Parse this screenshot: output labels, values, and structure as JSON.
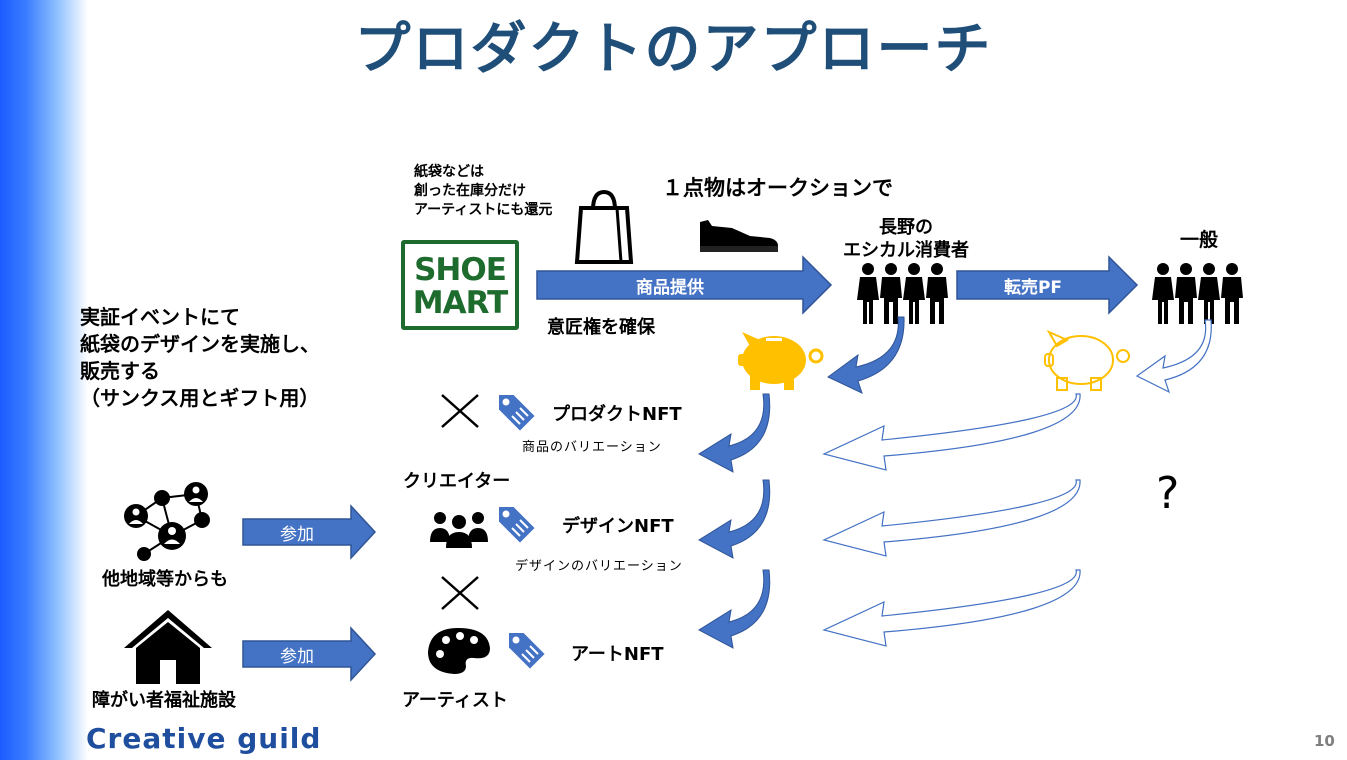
{
  "title": "プロダクトのアプローチ",
  "logo_shoe": [
    "SHOE",
    "MART"
  ],
  "note_bags": [
    "紙袋などは",
    "創った在庫分だけ",
    "アーティストにも還元"
  ],
  "auction_note": "１点物はオークションで",
  "nagano": [
    "長野の",
    "エシカル消費者"
  ],
  "general": "一般",
  "arrow_product": "商品提供",
  "arrow_resale": "転売PF",
  "design_right": "意匠権を確保",
  "event_text": [
    "実証イベントにて",
    "紙袋のデザインを実施し、",
    "販売する",
    "（サンクス用とギフト用）"
  ],
  "product_nft": "プロダクトNFT",
  "product_variation": "商品のバリエーション",
  "creator": "クリエイター",
  "design_nft": "デザインNFT",
  "design_variation": "デザインのバリエーション",
  "art_nft": "アートNFT",
  "artist": "アーティスト",
  "other_regions": "他地域等からも",
  "welfare": "障がい者福祉施設",
  "join1": "参加",
  "join2": "参加",
  "question": "?",
  "brand_logo": "Creative guild",
  "page_number": "10",
  "colors": {
    "title": "#1f4e79",
    "arrow": "#4472c4",
    "gold": "#ffc000",
    "shoe_green": "#1e6b2e"
  }
}
